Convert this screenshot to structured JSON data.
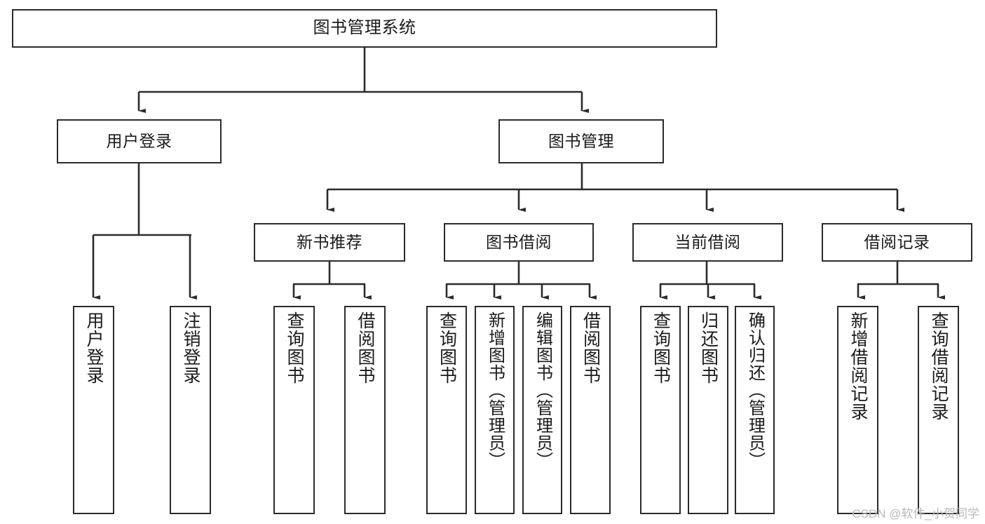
{
  "diagram": {
    "title": "图书管理系统",
    "type": "tree-hierarchy-chart",
    "root": {
      "id": "root",
      "label": "图书管理系统"
    },
    "level2": [
      {
        "id": "user-login",
        "label": "用户登录"
      },
      {
        "id": "book-manage",
        "label": "图书管理"
      }
    ],
    "level3": [
      {
        "id": "new-book-recommend",
        "label": "新书推荐"
      },
      {
        "id": "book-borrow",
        "label": "图书借阅"
      },
      {
        "id": "current-borrow",
        "label": "当前借阅"
      },
      {
        "id": "borrow-record",
        "label": "借阅记录"
      }
    ],
    "leaves": {
      "user_login": [
        {
          "id": "leaf-user-login",
          "label": "用户登录"
        },
        {
          "id": "leaf-logout-login",
          "label": "注销登录"
        }
      ],
      "new_book_recommend": [
        {
          "id": "leaf-query-book-1",
          "label": "查询图书"
        },
        {
          "id": "leaf-borrow-book-1",
          "label": "借阅图书"
        }
      ],
      "book_borrow": [
        {
          "id": "leaf-query-book-2",
          "label": "查询图书"
        },
        {
          "id": "leaf-add-book",
          "label": "新增图书（管理员）"
        },
        {
          "id": "leaf-edit-book",
          "label": "编辑图书（管理员）"
        },
        {
          "id": "leaf-borrow-book-2",
          "label": "借阅图书"
        }
      ],
      "current_borrow": [
        {
          "id": "leaf-query-book-3",
          "label": "查询图书"
        },
        {
          "id": "leaf-return-book",
          "label": "归还图书"
        },
        {
          "id": "leaf-confirm-return",
          "label": "确认归还（管理员）"
        }
      ],
      "borrow_record": [
        {
          "id": "leaf-add-borrow-record",
          "label": "新增借阅记录"
        },
        {
          "id": "leaf-query-borrow-record",
          "label": "查询借阅记录"
        }
      ]
    }
  },
  "watermark": {
    "text": "CSDN @软件_小贺同学"
  },
  "colors": {
    "border": "#2b2b2b",
    "background": "#ffffff",
    "text": "#1a1a1a",
    "watermark": "#b9b9b9"
  }
}
